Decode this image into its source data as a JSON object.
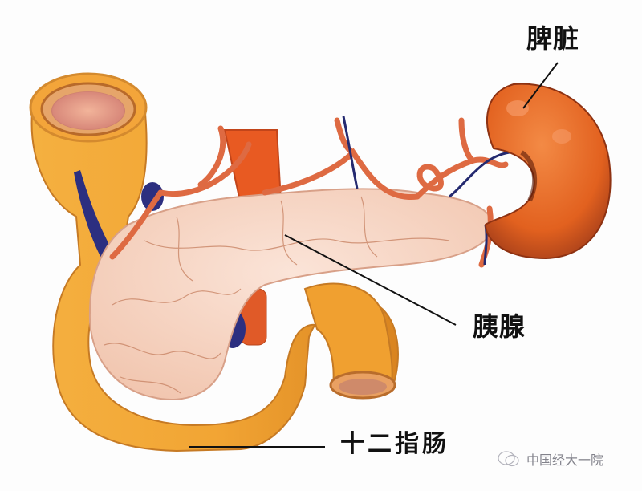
{
  "figure": {
    "subject": "pancreas anatomy illustration",
    "background_color": "#fdfdfd"
  },
  "labels": {
    "spleen": "脾脏",
    "pancreas": "胰腺",
    "duodenum": "十二指肠"
  },
  "watermark": {
    "icon": "wechat-chat-bubble-icon",
    "text": "中国经大一院"
  },
  "colors": {
    "duodenum": "#f0a030",
    "duodenum_shadow": "#c8731c",
    "pancreas": "#f6d6c6",
    "pancreas_vessel": "#c86a4a",
    "spleen": "#e8682a",
    "spleen_dark": "#9a3412",
    "artery": "#e0643a",
    "vein": "#2a2f7a",
    "leader_line": "#111111"
  }
}
